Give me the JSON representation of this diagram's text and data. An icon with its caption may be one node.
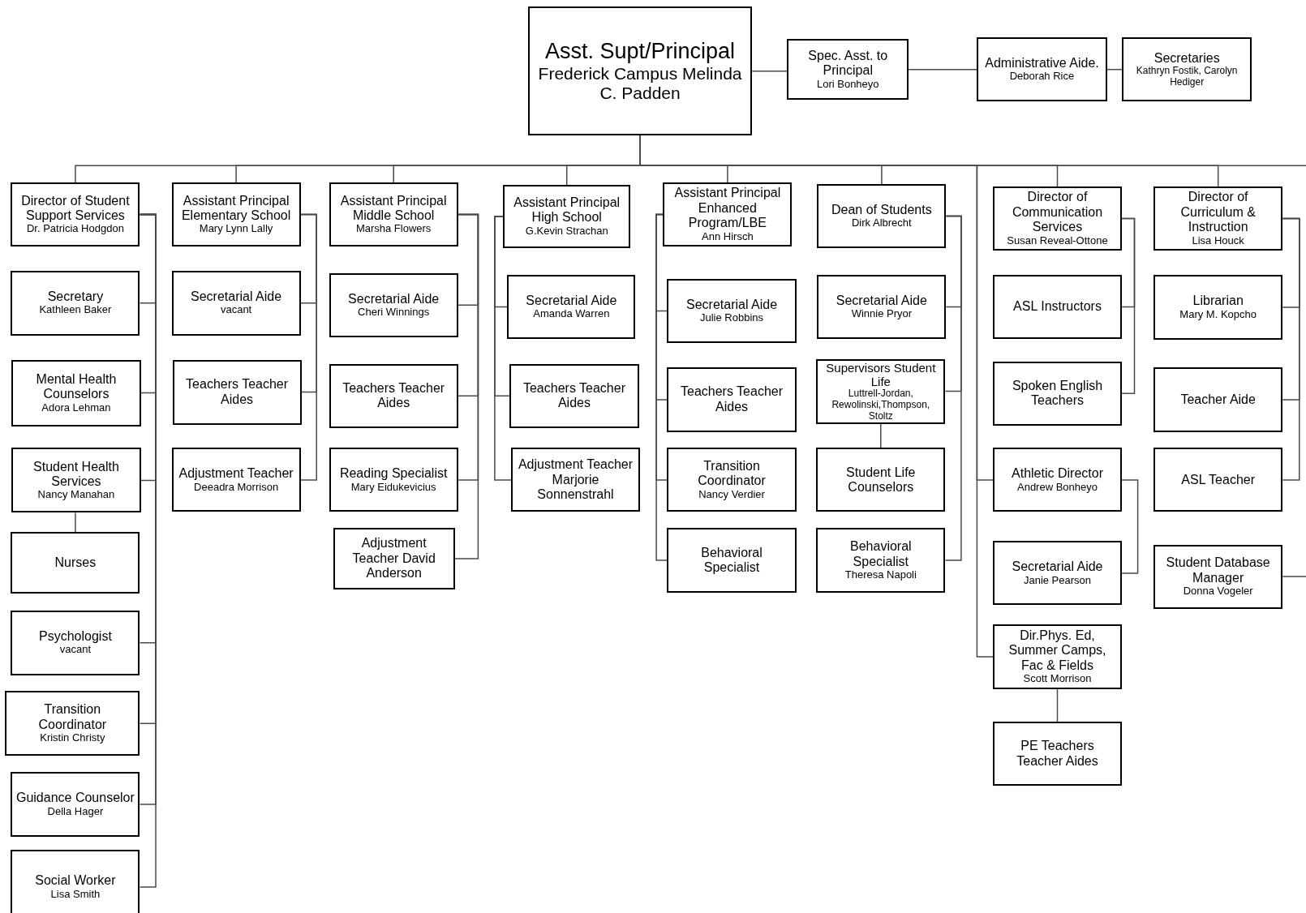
{
  "diagram": {
    "nodes": [
      {
        "text": [
          "Asst. Supt/Principal",
          "Frederick Campus Melinda C. Padden"
        ]
      },
      {
        "text": [
          "Spec. Asst. to Principal",
          "Lori Bonheyo"
        ]
      },
      {
        "text": [
          "Administrative Aide.",
          "Deborah Rice"
        ]
      },
      {
        "text": [
          "Secretaries",
          "Kathryn Fostik, Carolyn Hediger"
        ]
      },
      {
        "text": [
          "Director of Student Support Services",
          "Dr. Patricia Hodgdon"
        ]
      },
      {
        "text": [
          "Secretary",
          "Kathleen Baker"
        ]
      },
      {
        "text": [
          "Mental Health Counselors",
          "Adora Lehman"
        ]
      },
      {
        "text": [
          "Student Health Services",
          "Nancy Manahan"
        ]
      },
      {
        "text": [
          "Nurses"
        ]
      },
      {
        "text": [
          "Psychologist",
          "vacant"
        ]
      },
      {
        "text": [
          "Transition Coordinator",
          "Kristin Christy"
        ]
      },
      {
        "text": [
          "Guidance Counselor",
          "Della Hager"
        ]
      },
      {
        "text": [
          "Social Worker",
          "Lisa Smith"
        ]
      },
      {
        "text": [
          "Assistant Principal Elementary School",
          "Mary Lynn Lally"
        ]
      },
      {
        "text": [
          "Secretarial Aide",
          "vacant"
        ]
      },
      {
        "text": [
          "Teachers Teacher Aides"
        ]
      },
      {
        "text": [
          "Adjustment Teacher",
          "Deeadra Morrison"
        ]
      },
      {
        "text": [
          "Assistant Principal Middle School",
          "Marsha Flowers"
        ]
      },
      {
        "text": [
          "Secretarial Aide",
          "Cheri Winnings"
        ]
      },
      {
        "text": [
          "Teachers Teacher Aides"
        ]
      },
      {
        "text": [
          "Reading Specialist",
          "Mary Eidukevicius"
        ]
      },
      {
        "text": [
          "Adjustment Teacher David Anderson"
        ]
      },
      {
        "text": [
          "Assistant Principal High School",
          "G.Kevin Strachan"
        ]
      },
      {
        "text": [
          "Secretarial Aide",
          "Amanda Warren"
        ]
      },
      {
        "text": [
          "Teachers Teacher Aides"
        ]
      },
      {
        "text": [
          "Adjustment Teacher Marjorie Sonnenstrahl"
        ]
      },
      {
        "text": [
          "Assistant Principal Enhanced Program/LBE",
          "Ann Hirsch"
        ]
      },
      {
        "text": [
          "Secretarial Aide",
          "Julie Robbins"
        ]
      },
      {
        "text": [
          "Teachers Teacher Aides"
        ]
      },
      {
        "text": [
          "Transition Coordinator",
          "Nancy Verdier"
        ]
      },
      {
        "text": [
          "Behavioral Specialist"
        ]
      },
      {
        "text": [
          "Dean of Students",
          "Dirk Albrecht"
        ]
      },
      {
        "text": [
          "Secretarial Aide",
          "Winnie Pryor"
        ]
      },
      {
        "text": [
          "Supervisors Student Life",
          "Luttrell-Jordan, Rewolinski,Thompson, Stoltz"
        ]
      },
      {
        "text": [
          "Student Life Counselors"
        ]
      },
      {
        "text": [
          "Behavioral Specialist",
          "Theresa Napoli"
        ]
      },
      {
        "text": [
          "Director of Communication Services",
          "Susan Reveal-Ottone"
        ]
      },
      {
        "text": [
          "ASL Instructors"
        ]
      },
      {
        "text": [
          "Spoken English Teachers"
        ]
      },
      {
        "text": [
          "Athletic Director",
          "Andrew Bonheyo"
        ]
      },
      {
        "text": [
          "Secretarial Aide",
          "Janie Pearson"
        ]
      },
      {
        "text": [
          "Dir.Phys. Ed, Summer Camps, Fac & Fields",
          "Scott Morrison"
        ]
      },
      {
        "text": [
          "PE Teachers Teacher Aides"
        ]
      },
      {
        "text": [
          "Director of Curriculum & Instruction",
          "Lisa Houck"
        ]
      },
      {
        "text": [
          "Librarian",
          "Mary M. Kopcho"
        ]
      },
      {
        "text": [
          "Teacher Aide"
        ]
      },
      {
        "text": [
          "ASL Teacher"
        ]
      },
      {
        "text": [
          "Student Database Manager",
          "Donna Vogeler"
        ]
      }
    ],
    "edges": [
      {
        "from": 0,
        "to": 1,
        "arrow": "none"
      },
      {
        "from": 1,
        "to": 2,
        "arrow": "none"
      },
      {
        "from": 2,
        "to": 3,
        "arrow": "none"
      },
      {
        "from": 0,
        "to": 4,
        "arrow": "none"
      },
      {
        "from": 4,
        "to": 5,
        "arrow": "none"
      },
      {
        "from": 4,
        "to": 6,
        "arrow": "none"
      },
      {
        "from": 4,
        "to": 7,
        "arrow": "none"
      },
      {
        "from": 7,
        "to": 8,
        "arrow": "none"
      },
      {
        "from": 4,
        "to": 9,
        "arrow": "none"
      },
      {
        "from": 4,
        "to": 10,
        "arrow": "none"
      },
      {
        "from": 4,
        "to": 11,
        "arrow": "none"
      },
      {
        "from": 4,
        "to": 12,
        "arrow": "none"
      },
      {
        "from": 0,
        "to": 13,
        "arrow": "none"
      },
      {
        "from": 13,
        "to": 14,
        "arrow": "none"
      },
      {
        "from": 13,
        "to": 15,
        "arrow": "none"
      },
      {
        "from": 13,
        "to": 16,
        "arrow": "none"
      },
      {
        "from": 0,
        "to": 17,
        "arrow": "none"
      },
      {
        "from": 17,
        "to": 18,
        "arrow": "none"
      },
      {
        "from": 17,
        "to": 19,
        "arrow": "none"
      },
      {
        "from": 17,
        "to": 20,
        "arrow": "none"
      },
      {
        "from": 17,
        "to": 21,
        "arrow": "none"
      },
      {
        "from": 0,
        "to": 22,
        "arrow": "none"
      },
      {
        "from": 22,
        "to": 23,
        "arrow": "none"
      },
      {
        "from": 22,
        "to": 24,
        "arrow": "none"
      },
      {
        "from": 22,
        "to": 25,
        "arrow": "none"
      },
      {
        "from": 0,
        "to": 26,
        "arrow": "none"
      },
      {
        "from": 26,
        "to": 27,
        "arrow": "none"
      },
      {
        "from": 26,
        "to": 28,
        "arrow": "none"
      },
      {
        "from": 26,
        "to": 29,
        "arrow": "none"
      },
      {
        "from": 26,
        "to": 30,
        "arrow": "none"
      },
      {
        "from": 0,
        "to": 31,
        "arrow": "none"
      },
      {
        "from": 31,
        "to": 32,
        "arrow": "none"
      },
      {
        "from": 31,
        "to": 33,
        "arrow": "none"
      },
      {
        "from": 33,
        "to": 34,
        "arrow": "none"
      },
      {
        "from": 31,
        "to": 35,
        "arrow": "none"
      },
      {
        "from": 0,
        "to": 36,
        "arrow": "none"
      },
      {
        "from": 36,
        "to": 37,
        "arrow": "none"
      },
      {
        "from": 36,
        "to": 38,
        "arrow": "none"
      },
      {
        "from": 0,
        "to": 39,
        "arrow": "none"
      },
      {
        "from": 39,
        "to": 40,
        "arrow": "none"
      },
      {
        "from": 0,
        "to": 41,
        "arrow": "none"
      },
      {
        "from": 41,
        "to": 42,
        "arrow": "none"
      },
      {
        "from": 0,
        "to": 43,
        "arrow": "none"
      },
      {
        "from": 43,
        "to": 44,
        "arrow": "none"
      },
      {
        "from": 43,
        "to": 45,
        "arrow": "none"
      },
      {
        "from": 43,
        "to": 46,
        "arrow": "none"
      },
      {
        "from": 0,
        "to": 47,
        "arrow": "none"
      }
    ]
  }
}
